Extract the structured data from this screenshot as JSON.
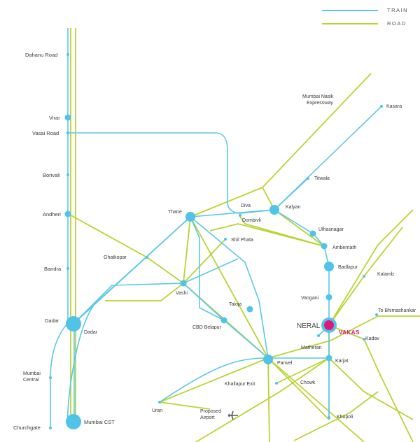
{
  "legend": {
    "train_label": "TRAIN",
    "road_label": "ROAD",
    "train_color": "#5bc8e6",
    "road_color": "#b8d433"
  },
  "highlight": {
    "location_label": "NERAL",
    "project_label": "VAKAS",
    "marker_color": "#e0187a"
  },
  "airport_icon": "airplane-icon",
  "stations": {
    "dahanu_road": "Dahanu Road",
    "virar": "Virar",
    "vasai_road": "Vasai Road",
    "borivali": "Borivali",
    "andheri": "Andheri",
    "bandra": "Bandra",
    "dadar_west": "Dadar",
    "dadar_east": "Dadar",
    "mumbai_central": "Mumbai\nCentral",
    "churchgate": "Churchgate",
    "mumbai_cst": "Mumbai CST",
    "ghatkopar": "Ghatkopar",
    "thane": "Thane",
    "diva": "Diva",
    "dombivli": "Dombivli",
    "kalyan": "Kalyan",
    "shil_phata": "Shil Phata",
    "vashi": "Vashi",
    "taloja": "Taloja",
    "cbd_belapur": "CBD Belapur",
    "panvel": "Panvel",
    "uran": "Uran",
    "proposed_airport": "Proposed\nAirport",
    "khallapur_exit": "Khallapur Exit",
    "chowk": "Chowk",
    "karjat": "Karjat",
    "khopoli": "Khopoli",
    "matheran": "Matheran",
    "kadav": "Kadav",
    "to_bhimashankar": "To Bhimashankar",
    "kalamb": "Kalamb",
    "vangani": "Vangani",
    "badlapur": "Badlapur",
    "ambernath": "Ambernath",
    "ulhasnagar": "Ulhasnagar",
    "titwala": "Titwala",
    "kasara": "Kasara",
    "mumbai_nasik_expressway": "Mumbai Nasik\nExpressway"
  }
}
